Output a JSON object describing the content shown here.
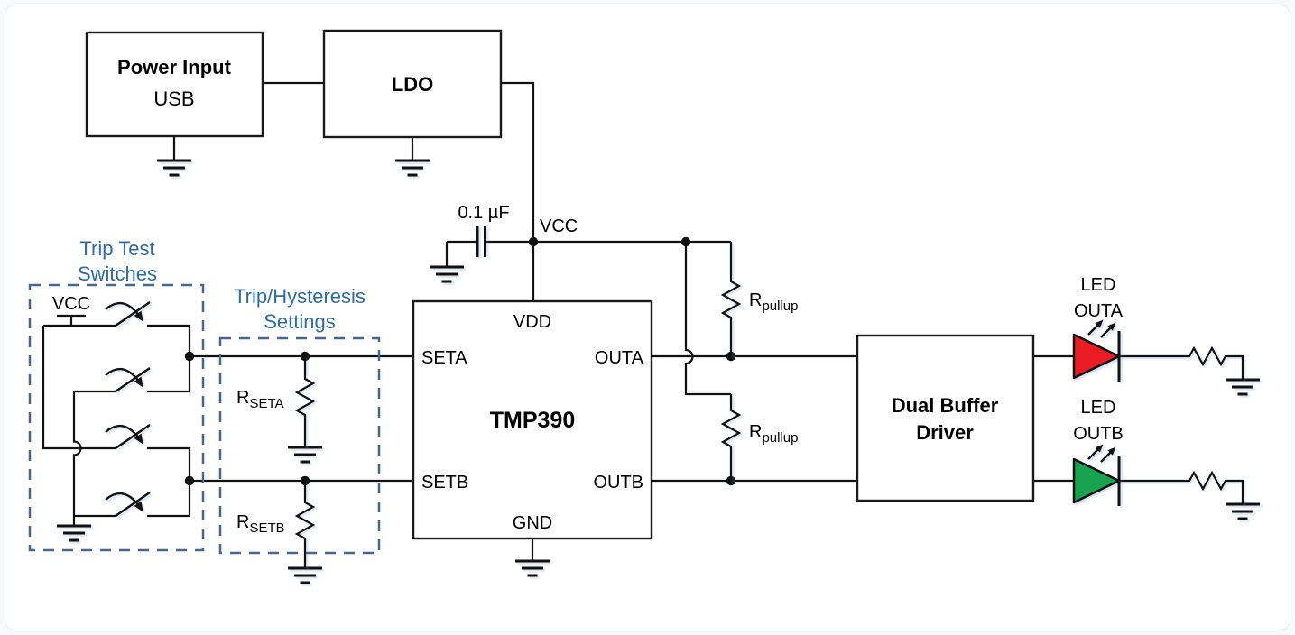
{
  "colors": {
    "led_a_fill": "#EC1C24",
    "led_b_fill": "#17A24F",
    "group_label": "#2B6CA9",
    "group_border": "#46688E"
  },
  "blocks": {
    "power_input": {
      "title": "Power Input",
      "subtitle": "USB"
    },
    "ldo": {
      "title": "LDO"
    },
    "tmp390": {
      "title": "TMP390",
      "pin_vdd": "VDD",
      "pin_seta": "SETA",
      "pin_setb": "SETB",
      "pin_outa": "OUTA",
      "pin_outb": "OUTB",
      "pin_gnd": "GND"
    },
    "dual_buffer": {
      "title_line1": "Dual Buffer",
      "title_line2": "Driver"
    }
  },
  "groups": {
    "trip_test": {
      "line1": "Trip Test",
      "line2": "Switches"
    },
    "trip_hysteresis": {
      "line1": "Trip/Hysteresis",
      "line2": "Settings"
    }
  },
  "nets": {
    "vcc_rail": "VCC",
    "vcc_switches": "VCC"
  },
  "components": {
    "capacitor": {
      "value": "0.1 µF"
    },
    "r_pullup_a": {
      "base": "R",
      "sub": "pullup"
    },
    "r_pullup_b": {
      "base": "R",
      "sub": "pullup"
    },
    "r_seta": {
      "base": "R",
      "sub": "SETA"
    },
    "r_setb": {
      "base": "R",
      "sub": "SETB"
    },
    "led_a": {
      "line1": "LED",
      "line2": "OUTA"
    },
    "led_b": {
      "line1": "LED",
      "line2": "OUTB"
    }
  }
}
